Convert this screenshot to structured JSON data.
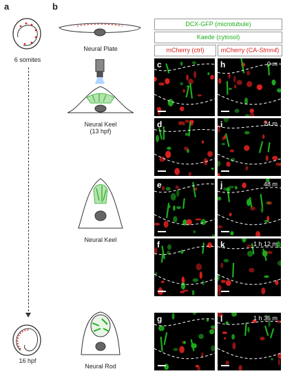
{
  "labels": {
    "a": "a",
    "b": "b"
  },
  "stage_a": {
    "top": "6 somites",
    "bottom": "16 hpf"
  },
  "stage_b": [
    "Neural Plate",
    "Neural Keel\n(13 hpf)",
    "Neural Keel",
    "Neural Rod"
  ],
  "headers": {
    "dcx": "DCX-GFP (microtubule)",
    "kaede": "Kaede (cytosol)",
    "ctrl": "mCherry (ctrl)",
    "ca_prefix": "mCherry (CA-",
    "ca_gene": "Stmn4",
    "ca_suffix": ")"
  },
  "panels_left": [
    "c",
    "d",
    "e",
    "f",
    "g"
  ],
  "panels_right": [
    "h",
    "i",
    "j",
    "k",
    "l"
  ],
  "times": [
    "0 m",
    "24 m",
    "48 m",
    "1 h 12 m",
    "1 h 36 m"
  ],
  "colors": {
    "green": "#1fae1f",
    "red": "#e0221f"
  }
}
